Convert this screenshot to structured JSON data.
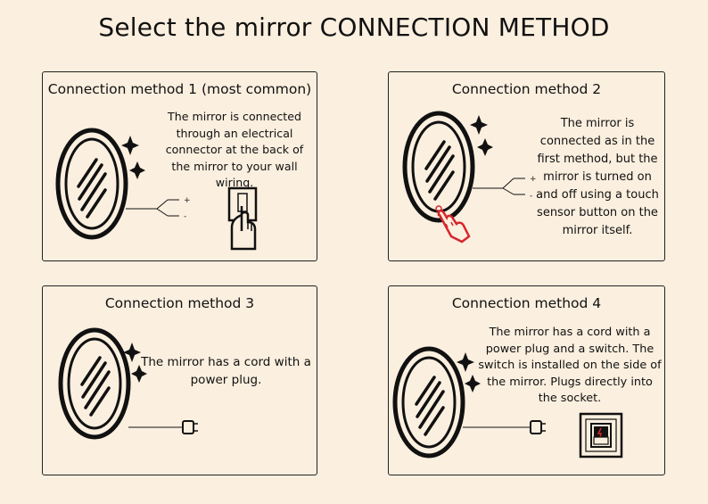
{
  "page_title": "Select the mirror CONNECTION METHOD",
  "cards": [
    {
      "title": "Connection method 1 (most common)",
      "description": "The mirror is connected through an electrical connector at the back of the mirror to your wall wiring.",
      "plus_label": "+",
      "minus_label": "-"
    },
    {
      "title": "Connection method 2",
      "description": "The mirror is connected as in the first method, but the mirror is turned on and off using a touch sensor button on the mirror itself.",
      "plus_label": "+",
      "minus_label": "-"
    },
    {
      "title": "Connection method 3",
      "description": "The mirror has a cord with a power plug."
    },
    {
      "title": "Connection method 4",
      "description": "The mirror has a cord with a power plug and a switch. The switch is installed on the side of the mirror. Plugs directly into the socket."
    }
  ],
  "icons": [
    "oval-mirror-icon",
    "sparkle-icon",
    "wire-connector-icon",
    "wall-switch-hand-icon",
    "touch-hand-icon",
    "power-plug-icon",
    "rocker-switch-icon"
  ],
  "colors": {
    "background": "#FBEFDF",
    "line": "#111111",
    "touch_hand": "#D7262B"
  }
}
